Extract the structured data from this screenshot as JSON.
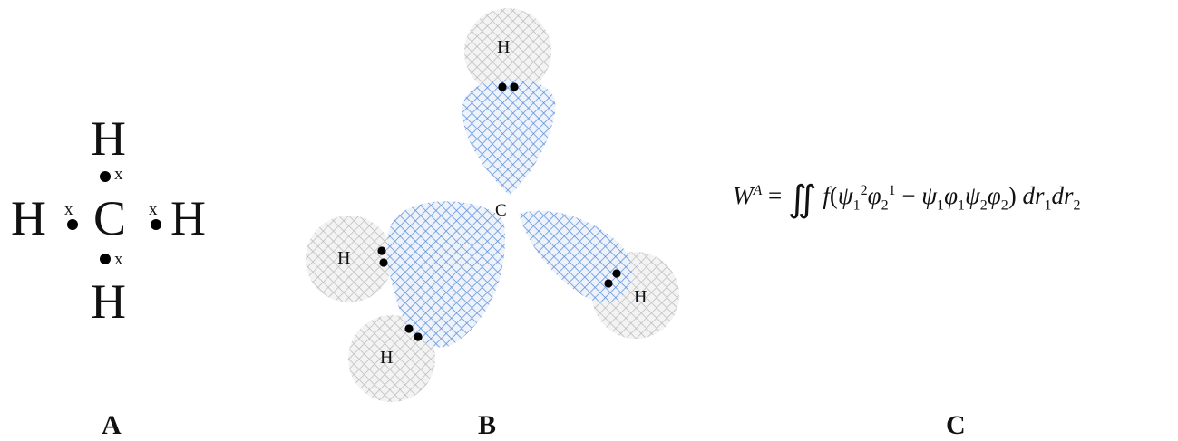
{
  "panel_a": {
    "atoms": {
      "center": "C",
      "top": "H",
      "bottom": "H",
      "left": "H",
      "right": "H"
    },
    "shared_electron_mark": "x",
    "label": "A"
  },
  "panel_b": {
    "center_atom": "C",
    "hydrogens": [
      "H",
      "H",
      "H",
      "H"
    ],
    "label": "B",
    "colors": {
      "bond_orbital": "#5b8fd9",
      "hydrogen_orbital": "#bdbdbd"
    }
  },
  "panel_c": {
    "formula": {
      "lhs": "W",
      "lhs_sup": "A",
      "equals": "=",
      "integral": "∬",
      "f": "f",
      "psi": "ψ",
      "phi": "φ",
      "minus": "−",
      "dr": "dr",
      "sub1": "1",
      "sub2": "2",
      "sup2": "2",
      "sup1": "1"
    },
    "label": "C"
  }
}
